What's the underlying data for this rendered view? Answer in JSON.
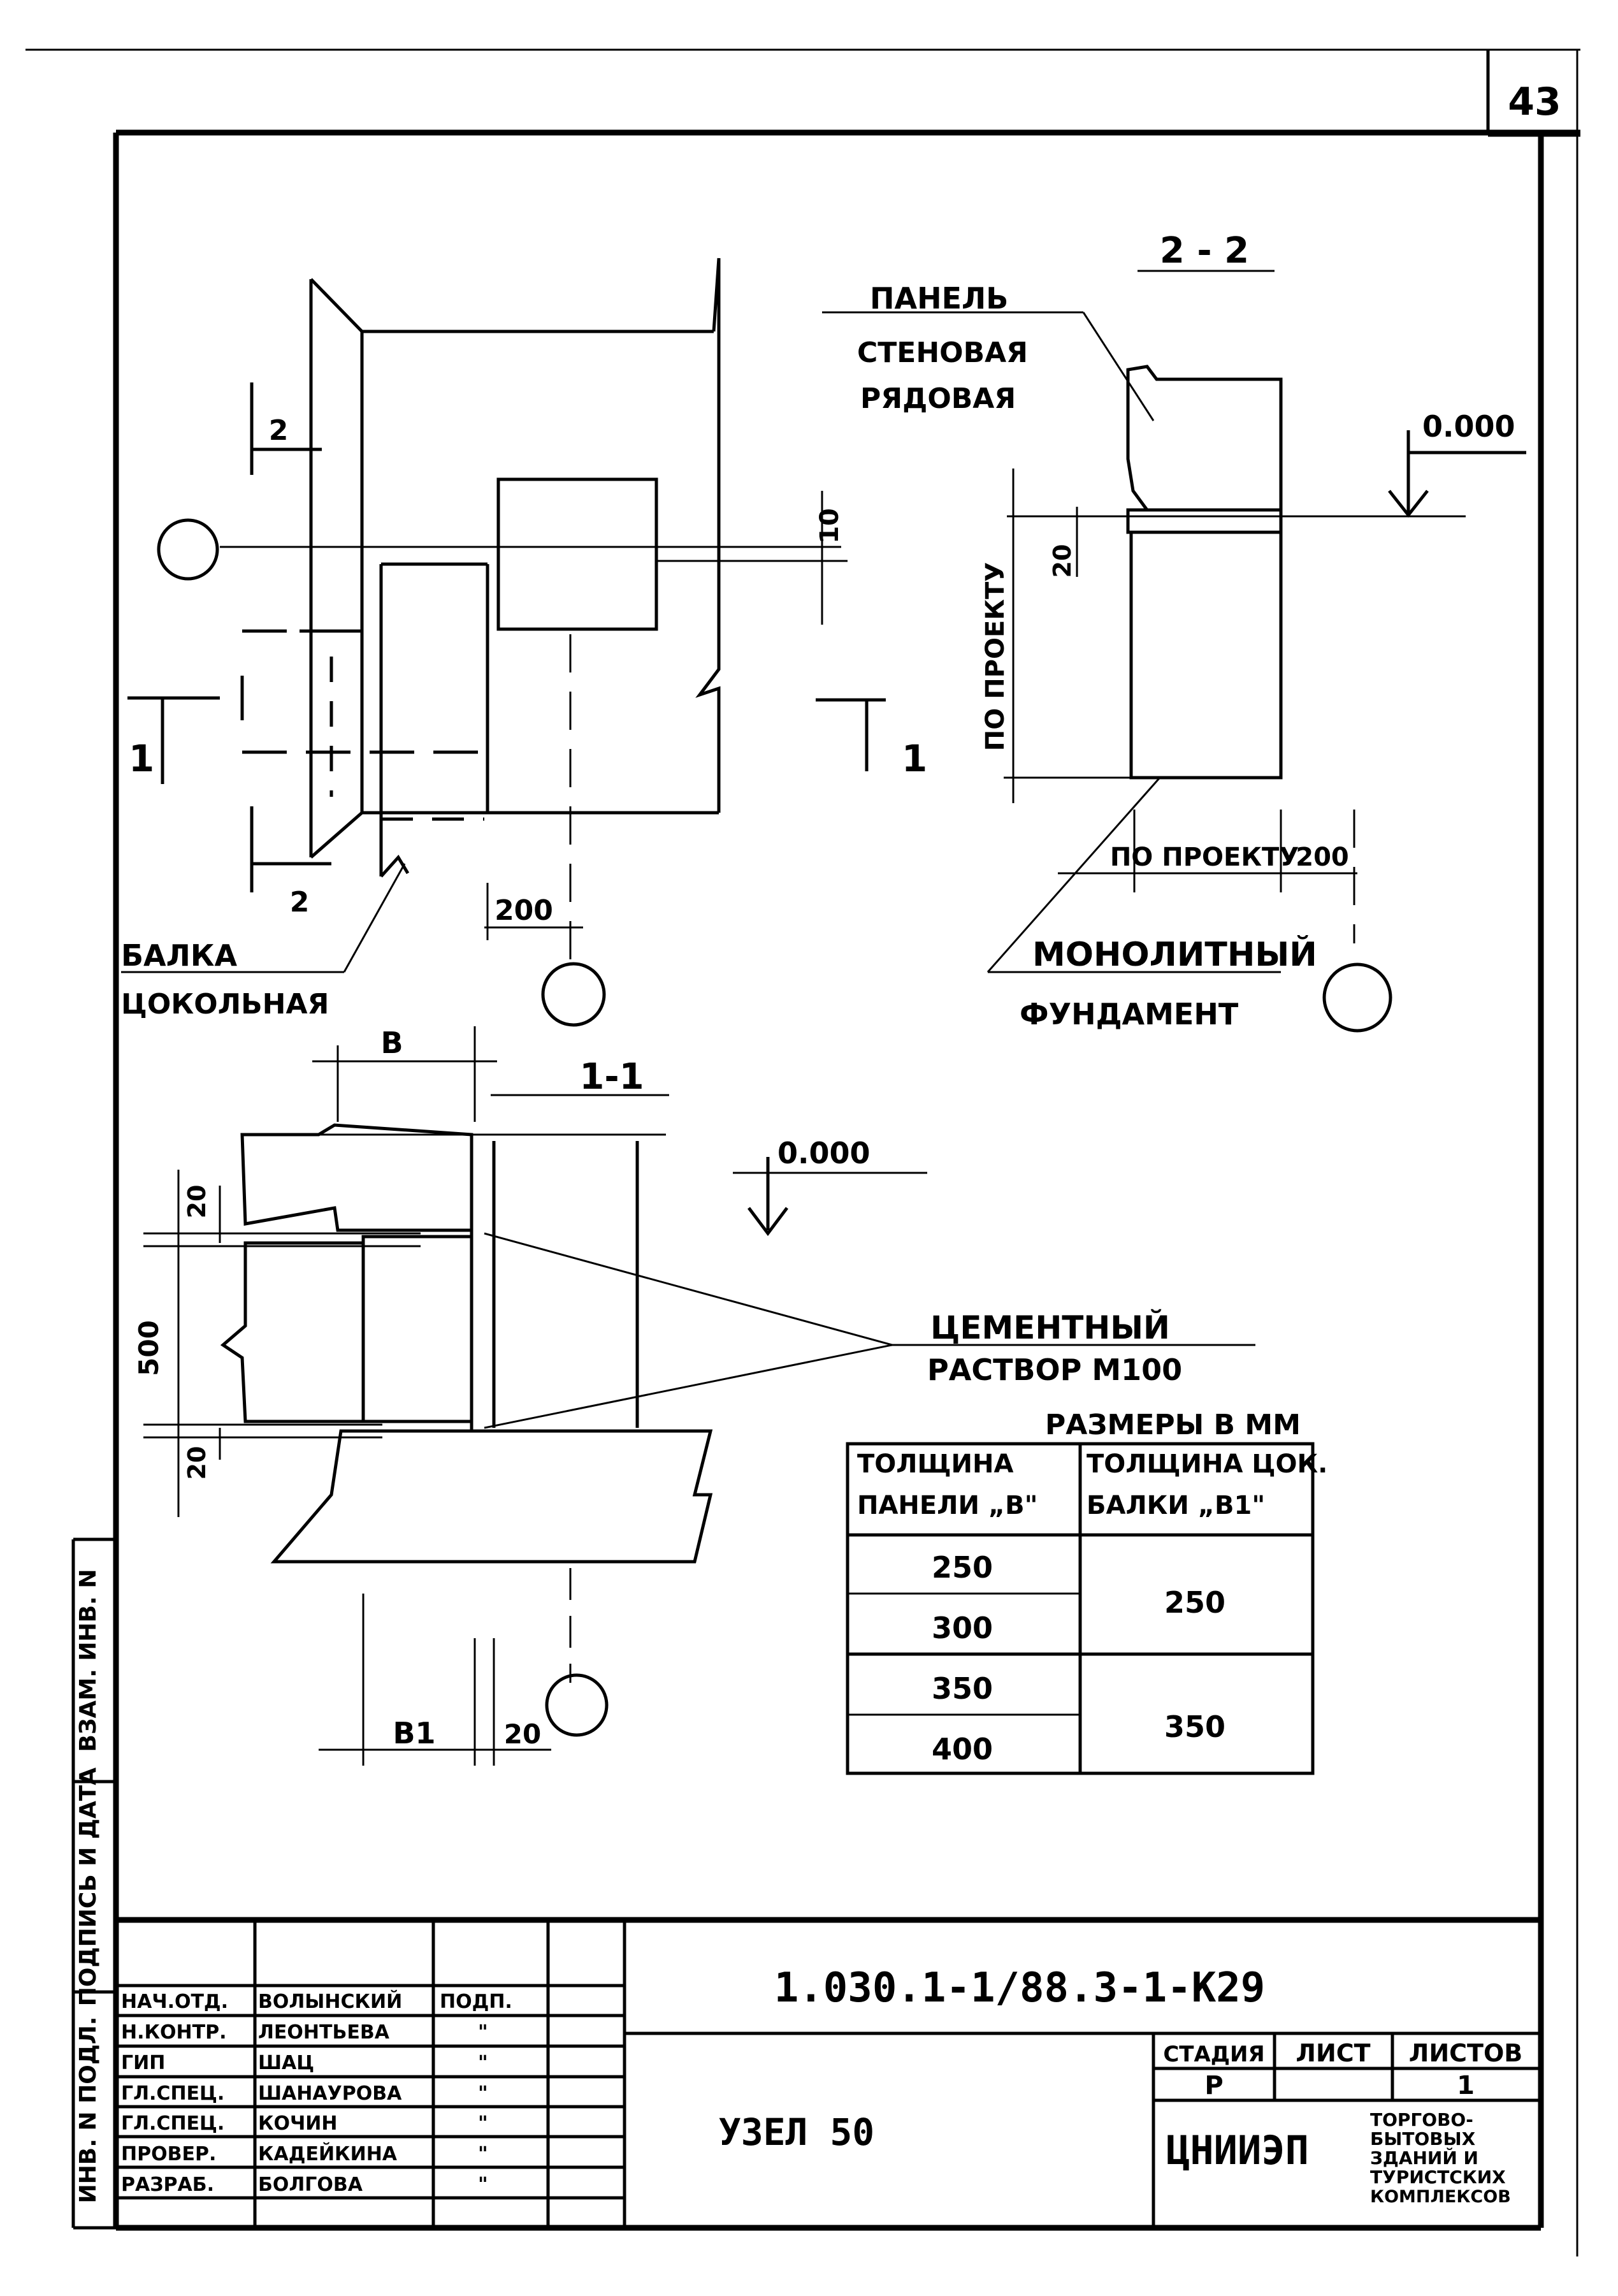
{
  "sheet_number": "43",
  "plan_view": {
    "section_2_top": "2",
    "section_2_bottom": "2",
    "section_1_left": "1",
    "section_1_right": "1",
    "dim_10": "10",
    "dim_200": "200",
    "beam_label_line1": "БАЛКА",
    "beam_label_line2": "ЦОКОЛЬНАЯ"
  },
  "section_2_2": {
    "title": "2 - 2",
    "panel_label_line1": "ПАНЕЛЬ",
    "panel_label_line2": "СТЕНОВАЯ",
    "panel_label_line3": "РЯДОВАЯ",
    "level": "0.000",
    "dim_20": "20",
    "dim_vertical": "ПО ПРОЕКТУ",
    "dim_horizontal": "ПО ПРОЕКТУ",
    "dim_200": "200",
    "foundation_line1": "МОНОЛИТНЫЙ",
    "foundation_line2": "ФУНДАМЕНТ"
  },
  "section_1_1": {
    "title": "1-1",
    "dim_b": "B",
    "level": "0.000",
    "dim_20_top": "20",
    "dim_500": "500",
    "dim_20_bottom": "20",
    "dim_b1": "B1",
    "dim_20_right": "20",
    "mortar_line1": "ЦЕМЕНТНЫЙ",
    "mortar_line2": "РАСТВОР М100"
  },
  "dimensions_table": {
    "caption": "РАЗМЕРЫ В ММ",
    "headers": [
      [
        "ТОЛЩИНА",
        "ПАНЕЛИ „В\""
      ],
      [
        "ТОЛЩИНА ЦОК.",
        "БАЛКИ „В1\""
      ]
    ],
    "panel_values": [
      "250",
      "300",
      "350",
      "400"
    ],
    "beam_values": [
      "250",
      "350"
    ]
  },
  "side_stamp": {
    "col1": "ИНВ. N ПОДЛ.",
    "col2": "ПОДПИСЬ И ДАТА",
    "col3": "ВЗАМ. ИНВ. N"
  },
  "title_block": {
    "designation": "1.030.1-1/88.3-1-К29",
    "node_name": "УЗЕЛ 50",
    "stage_header": "СТАДИЯ",
    "sheet_header": "ЛИСТ",
    "sheets_header": "ЛИСТОВ",
    "stage_value": "Р",
    "sheet_value": "",
    "sheets_value": "1",
    "org_logo": "ЦНИИЭП",
    "org_line1": "ТОРГОВО-",
    "org_line2": "БЫТОВЫХ",
    "org_line3": "ЗДАНИЙ И",
    "org_line4": "ТУРИСТСКИХ",
    "org_line5": "КОМПЛЕКСОВ",
    "signatures": [
      {
        "role": "НАЧ.ОТД.",
        "name": "ВОЛЫНСКИЙ",
        "sign": "ПОДП."
      },
      {
        "role": "Н.КОНТР.",
        "name": "ЛЕОНТЬЕВА",
        "sign": "\""
      },
      {
        "role": "ГИП",
        "name": "ШАЦ",
        "sign": "\""
      },
      {
        "role": "ГЛ.СПЕЦ.",
        "name": "ШАНАУРОВА",
        "sign": "\""
      },
      {
        "role": "ГЛ.СПЕЦ.",
        "name": "КОЧИН",
        "sign": "\""
      },
      {
        "role": "ПРОВЕР.",
        "name": "КАДЕЙКИНА",
        "sign": "\""
      },
      {
        "role": "РАЗРАБ.",
        "name": "БОЛГОВА",
        "sign": "\""
      }
    ]
  }
}
